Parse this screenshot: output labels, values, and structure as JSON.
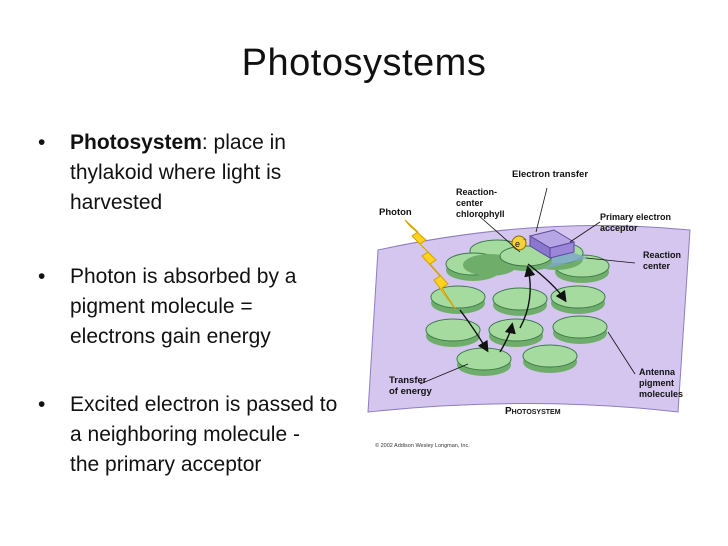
{
  "slide": {
    "title": "Photosystems",
    "bullets": [
      {
        "term": "Photosystem",
        "line1_rest": ":  place in",
        "line2": "thylakoid where light is",
        "line3": "harvested"
      },
      {
        "line1": "Photon is absorbed by a",
        "line2": "pigment molecule =",
        "line3": "electrons gain energy"
      },
      {
        "line1": "Excited electron is passed to",
        "line2": "a neighboring molecule -",
        "line3": "the primary acceptor"
      }
    ]
  },
  "diagram": {
    "labels": {
      "electron_transfer": "Electron transfer",
      "reaction_center_chl_1": "Reaction-",
      "reaction_center_chl_2": "center",
      "reaction_center_chl_3": "chlorophyll",
      "photon": "Photon",
      "primary_acceptor_1": "Primary electron",
      "primary_acceptor_2": "acceptor",
      "reaction_center_1": "Reaction",
      "reaction_center_2": "center",
      "transfer_energy_1": "Transfer",
      "transfer_energy_2": "of energy",
      "photosystem_caption": "Photosystem",
      "antenna_1": "Antenna",
      "antenna_2": "pigment",
      "antenna_3": "molecules",
      "electron_symbol": "e",
      "copyright": "© 2002 Addison Wesley Longman, Inc."
    },
    "colors": {
      "membrane": "#d4c6ee",
      "pigment": "#a6dba0",
      "pigment_edge": "#3d7a4a",
      "photon_bolt": "#ffd21f",
      "acceptor": "#9b86d8",
      "electron": "#f4d23c"
    }
  }
}
